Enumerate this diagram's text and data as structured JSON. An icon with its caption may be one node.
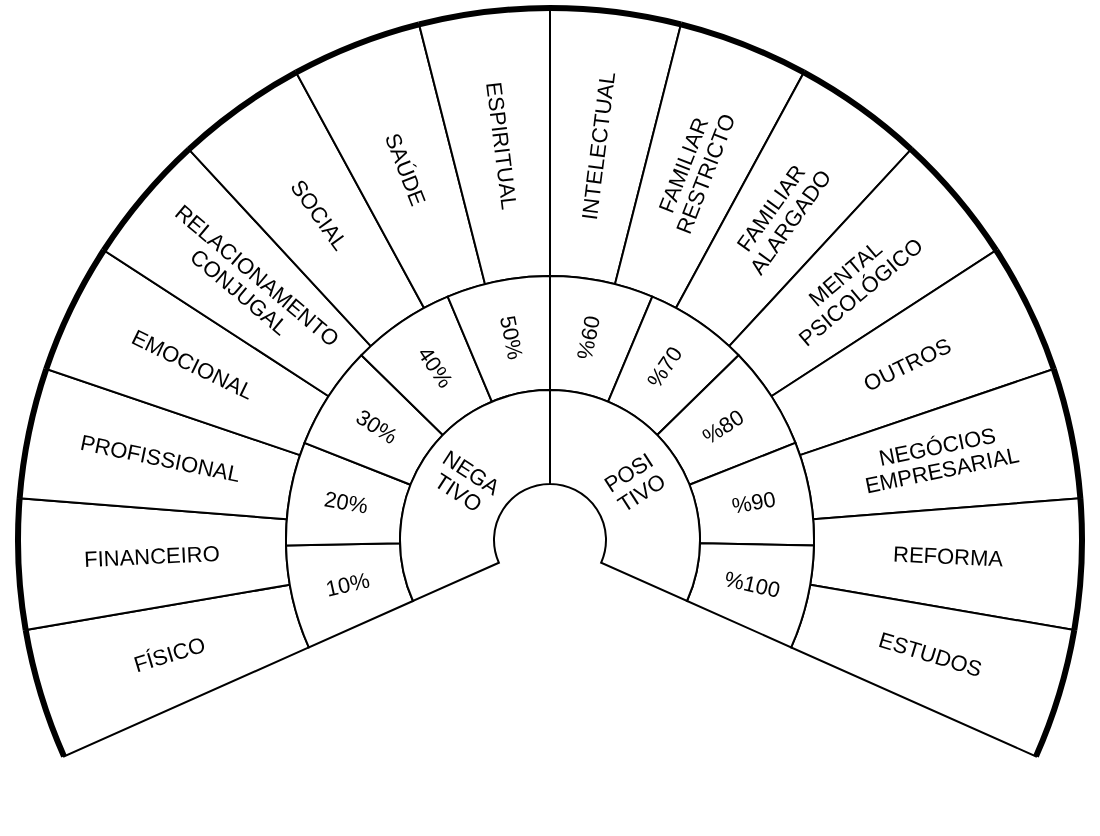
{
  "diagram": {
    "nodes": [
      {
        "text": [
          "FÍSICO"
        ]
      },
      {
        "text": [
          "FINANCEIRO"
        ]
      },
      {
        "text": [
          "PROFISSIONAL"
        ]
      },
      {
        "text": [
          "EMOCIONAL"
        ]
      },
      {
        "text": [
          "RELACIONAMENTO CONJUGAL"
        ]
      },
      {
        "text": [
          "SOCIAL"
        ]
      },
      {
        "text": [
          "SAÚDE"
        ]
      },
      {
        "text": [
          "ESPIRITUAL"
        ]
      },
      {
        "text": [
          "INTELECTUAL"
        ]
      },
      {
        "text": [
          "FAMILIAR RESTRICTO"
        ]
      },
      {
        "text": [
          "FAMILIAR ALARGADO"
        ]
      },
      {
        "text": [
          "MENTAL PSICOLÓGICO"
        ]
      },
      {
        "text": [
          "OUTROS"
        ]
      },
      {
        "text": [
          "NEGÓCIOS EMPRESARIAL"
        ]
      },
      {
        "text": [
          "REFORMA"
        ]
      },
      {
        "text": [
          "ESTUDOS"
        ]
      },
      {
        "text": [
          "10%"
        ]
      },
      {
        "text": [
          "20%"
        ]
      },
      {
        "text": [
          "30%"
        ]
      },
      {
        "text": [
          "40%"
        ]
      },
      {
        "text": [
          "50%"
        ]
      },
      {
        "text": [
          "%60"
        ]
      },
      {
        "text": [
          "%70"
        ]
      },
      {
        "text": [
          "%80"
        ]
      },
      {
        "text": [
          "%90"
        ]
      },
      {
        "text": [
          "%100"
        ]
      },
      {
        "text": [
          "NEGA TIVO"
        ]
      },
      {
        "text": [
          "POSI TIVO"
        ]
      }
    ]
  }
}
